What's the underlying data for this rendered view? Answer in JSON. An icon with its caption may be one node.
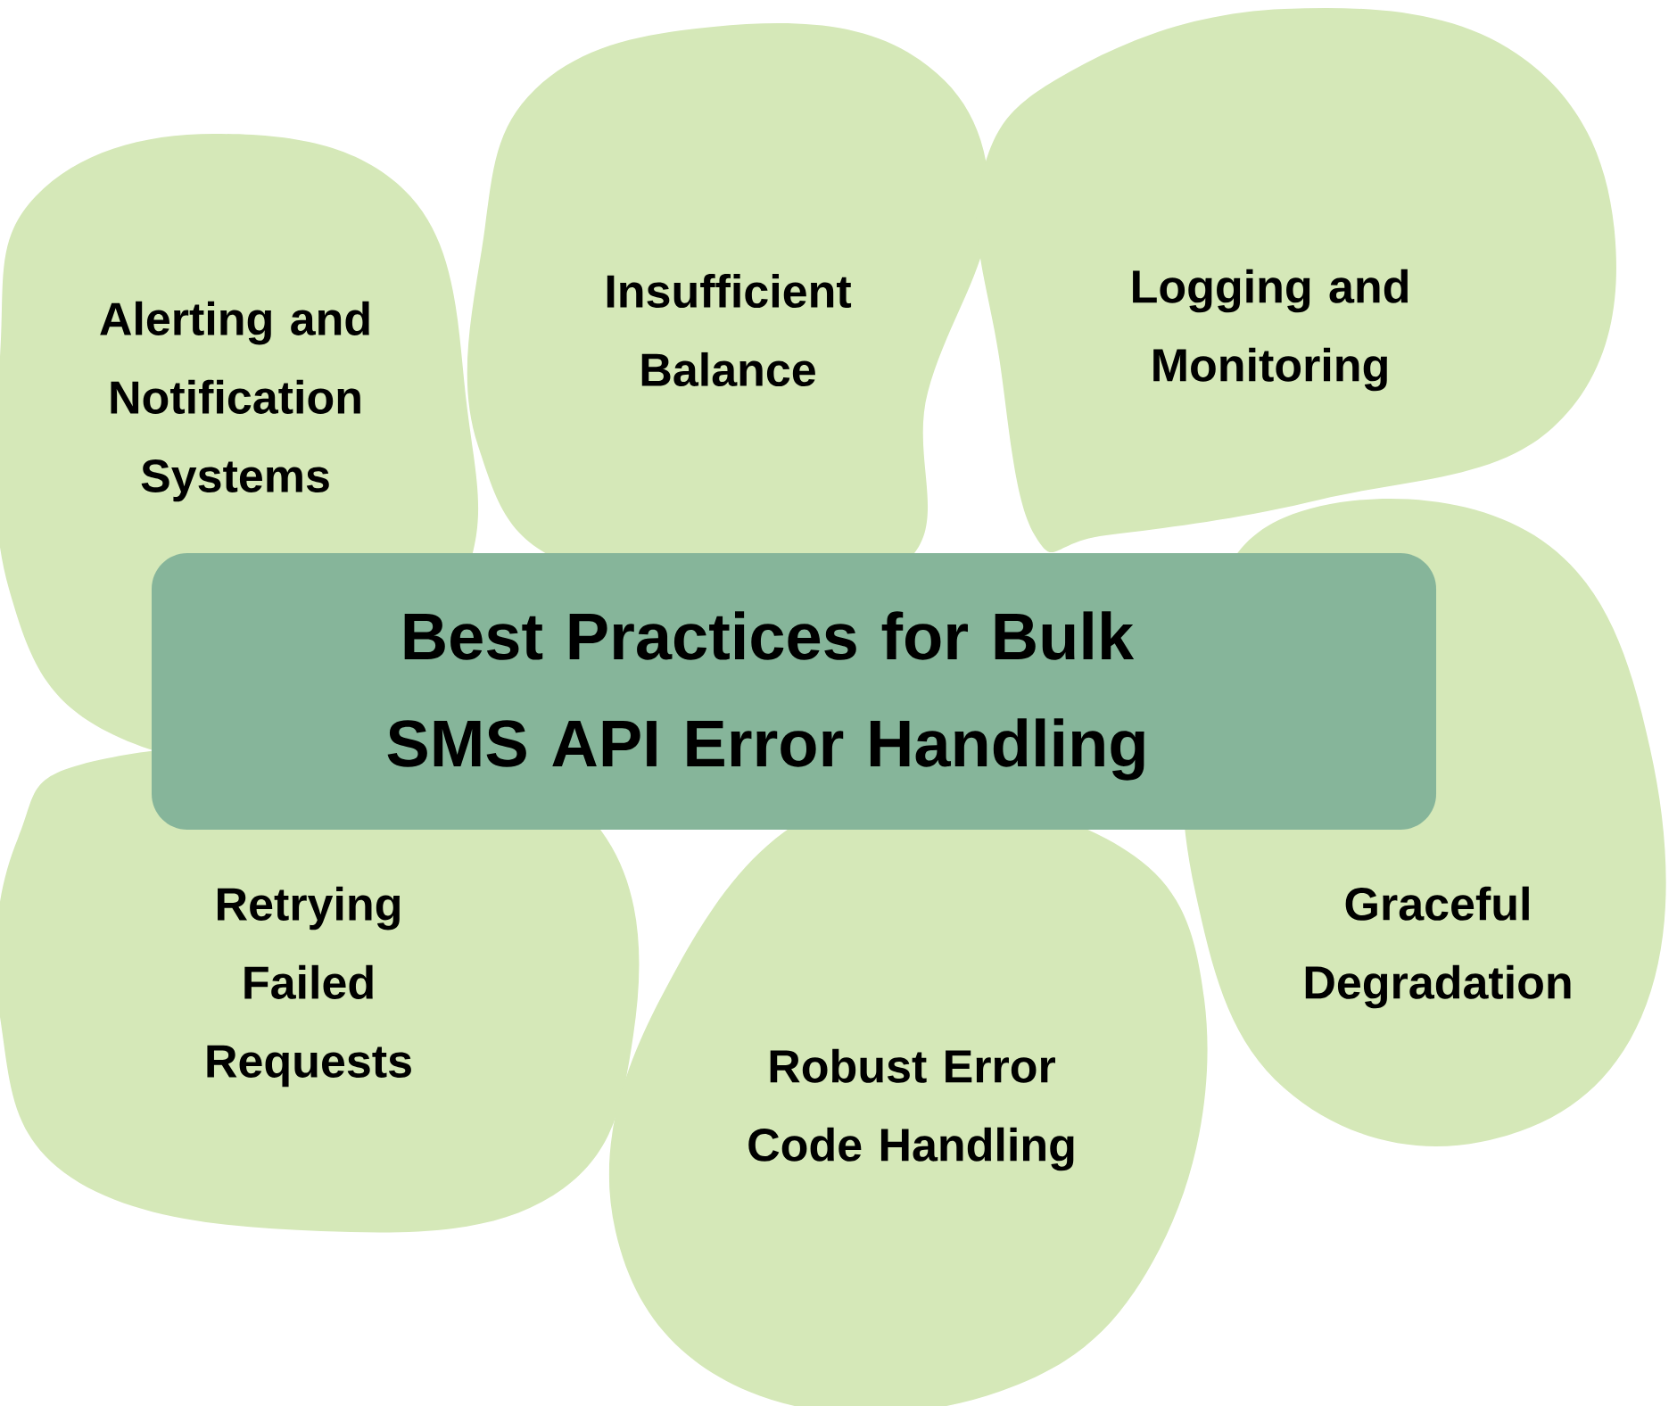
{
  "diagram": {
    "nodes": [
      {
        "text": [
          "Alerting and Notification Systems"
        ]
      },
      {
        "text": [
          "Insufficient Balance"
        ]
      },
      {
        "text": [
          "Logging and Monitoring"
        ]
      },
      {
        "text": [
          "Best Practices for Bulk SMS API Error Handling"
        ]
      },
      {
        "text": [
          "Retrying Failed Requests"
        ]
      },
      {
        "text": [
          "Robust Error Code Handling"
        ]
      },
      {
        "text": [
          "Graceful Degradation"
        ]
      }
    ]
  }
}
